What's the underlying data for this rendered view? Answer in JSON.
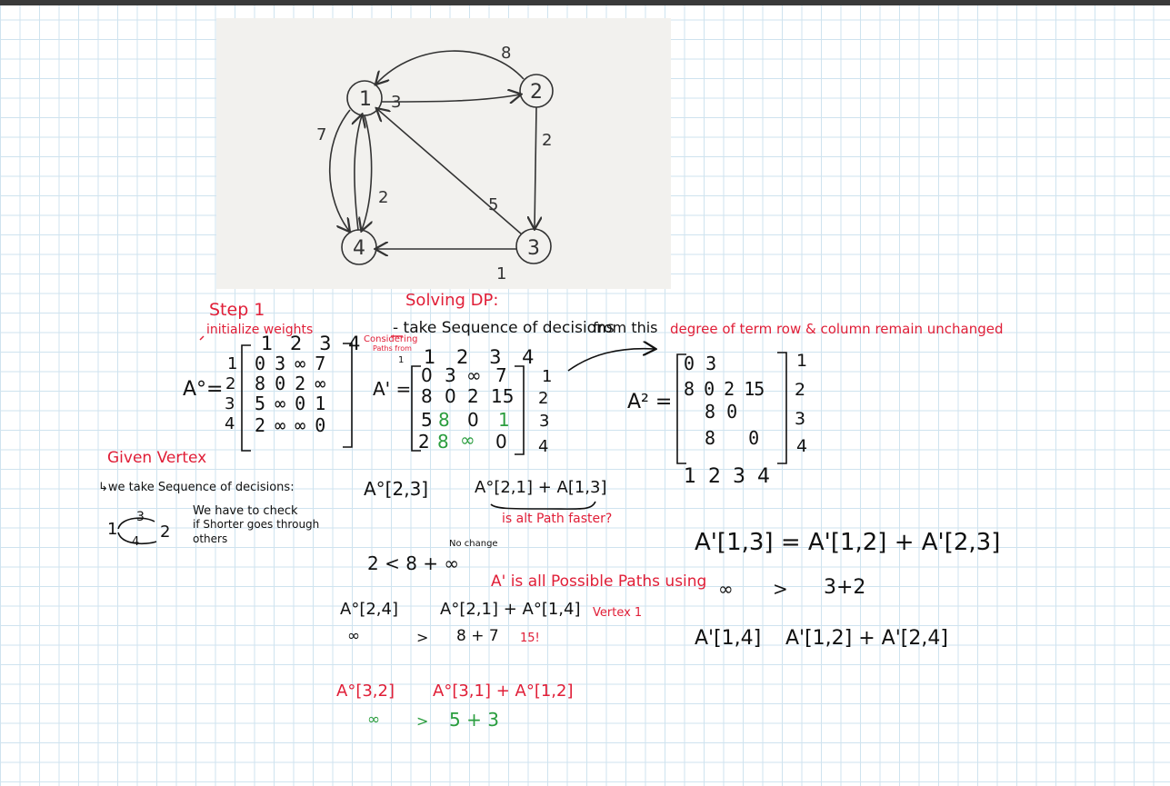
{
  "graph": {
    "vertices": [
      "1",
      "2",
      "3",
      "4"
    ],
    "edge_weights": [
      "8",
      "3",
      "7",
      "2",
      "2",
      "5",
      "1"
    ]
  },
  "step": {
    "title": "Step 1",
    "subtitle": "initialize weights",
    "matrix_label": "A°=",
    "col_headers": "1 2 3 4",
    "row_labels": [
      "1",
      "2",
      "3",
      "4"
    ],
    "rows": [
      "0 3 ∞ 7",
      "8 0 2 ∞",
      "5 ∞ 0 1",
      "2 ∞ ∞ 0"
    ]
  },
  "given": {
    "title": "Given Vertex",
    "line1": "↳we take Sequence of decisions:",
    "note_line1": "We have to check",
    "note_line2": "if Shorter goes through",
    "note_line3": "others",
    "diagram_top": "3",
    "diagram_left": "1",
    "diagram_right": "2",
    "diagram_bottom": "4"
  },
  "dp": {
    "title": "Solving DP:",
    "line1": "- take Sequence of decisions",
    "considering": "Considering",
    "paths_from": "Paths from",
    "paths_from_num": "1",
    "matrix_label": "A' =",
    "col_headers": "1 2 3 4",
    "row_labels": [
      "1",
      "2",
      "3",
      "4"
    ],
    "rows": [
      [
        "0",
        "3",
        "∞",
        "7"
      ],
      [
        "8",
        "0",
        "2",
        "15"
      ],
      [
        "5",
        "8",
        "0",
        "1"
      ],
      [
        "2",
        "8",
        "∞",
        "0"
      ]
    ],
    "from_this": "from this",
    "degree_note": "degree of term row & column remain unchanged"
  },
  "a2": {
    "matrix_label": "A² =",
    "rows": [
      "0 3",
      "8 0 2 15",
      "8 0",
      "8   0"
    ],
    "row_labels": [
      "1",
      "2",
      "3",
      "4"
    ],
    "col_headers": "1 2 3 4"
  },
  "work": {
    "c1_left": "A°[2,3]",
    "c1_right": "A°[2,1] + A[1,3]",
    "c1_note": "is alt Path faster?",
    "c1_compare": "2 < 8 + ∞",
    "c1_result": "No change",
    "c2_note1": "A' is all Possible Paths using",
    "c2_note2": "Vertex 1",
    "c2_left": "A°[2,4]",
    "c2_right": "A°[2,1] + A°[1,4]",
    "c2_compare_l": "∞",
    "c2_compare_op": ">",
    "c2_compare_r": "8 + 7",
    "c2_result": "15!",
    "c3_left": "A°[3,2]",
    "c3_right": "A°[3,1] + A°[1,2]",
    "c3_compare_l": "∞",
    "c3_compare_op": ">",
    "c3_compare_r": "5 + 3",
    "d1": "A'[1,3] = A'[1,2] + A'[2,3]",
    "d1_compare_l": "∞",
    "d1_compare_op": ">",
    "d1_compare_r": "3+2",
    "d2_left": "A'[1,4]",
    "d2_right": "A'[1,2] + A'[2,4]"
  },
  "colors": {
    "red_ink": "#e01e37",
    "black_ink": "#111111",
    "green_ink": "#2a9d3e",
    "grid": "#cfe3ef"
  }
}
